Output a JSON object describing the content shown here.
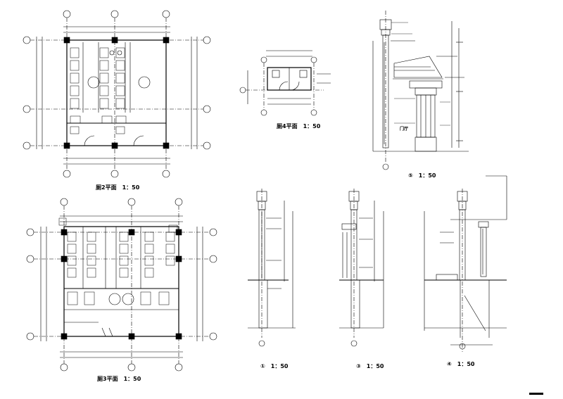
{
  "sheet": {
    "stroke": "#000000",
    "background": "#ffffff"
  },
  "titles": {
    "plan2": {
      "name": "厕2平面",
      "scale": "1：50"
    },
    "plan3": {
      "name": "厕3平面",
      "scale": "1：50"
    },
    "plan4": {
      "name": "厕4平面",
      "scale": "1：50"
    },
    "section5": {
      "num": "⑤",
      "scale": "1：50"
    },
    "section1": {
      "num": "①",
      "scale": "1：50"
    },
    "section2": {
      "num": "③",
      "scale": "1：50"
    },
    "section3": {
      "num": "④",
      "scale": "1：50"
    }
  },
  "notes": {
    "door_hall": "门厅"
  }
}
